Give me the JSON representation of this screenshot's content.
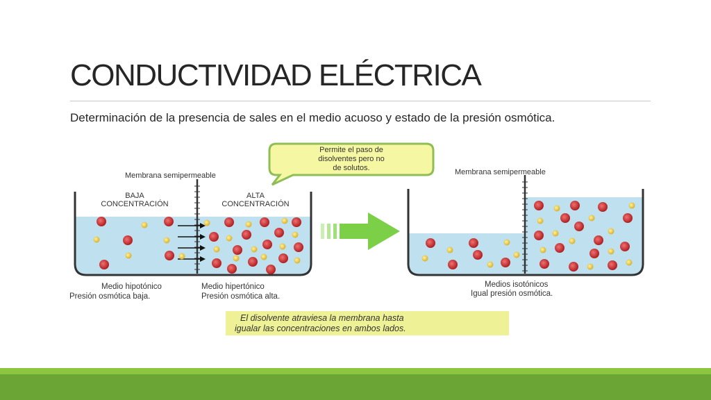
{
  "slide": {
    "title": "CONDUCTIVIDAD ELÉCTRICA",
    "subtitle": "Determinación de la presencia de sales en el medio acuoso y estado de la presión osmótica."
  },
  "diagram": {
    "callout": [
      "Permite el paso de",
      "disolventes pero no",
      "de solutos."
    ],
    "left_membrane_label": "Membrana semipermeable",
    "right_membrane_label": "Membrana semipermeable",
    "left_side": [
      "BAJA",
      "CONCENTRACIÓN"
    ],
    "right_side": [
      "ALTA",
      "CONCENTRACIÓN"
    ],
    "left_caption": [
      "Medio hipotónico",
      "Presión osmótica baja."
    ],
    "right_caption": [
      "Medio hipertónico",
      "Presión osmótica alta."
    ],
    "isotonic_caption": [
      "Medios isotónicos",
      "Igual presión osmótica."
    ],
    "bottom_note": [
      "El disolvente atraviesa la membrana hasta",
      "igualar las concentraciones en ambos lados."
    ],
    "colors": {
      "water": "#bfe1ef",
      "solute_red": "#c0282a",
      "solute_yellow": "#e8c440",
      "callout_fill": "#f6f7a2",
      "callout_border": "#8fbd56",
      "note_fill": "#eef196",
      "arrow": "#7bd047",
      "footer_light": "#8cc63f",
      "footer_dark": "#6aa535"
    }
  }
}
